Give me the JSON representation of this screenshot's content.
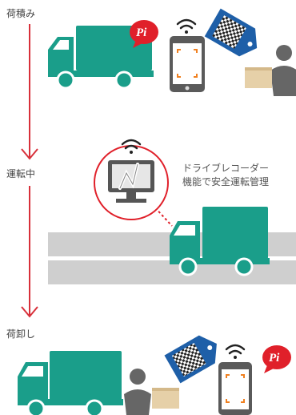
{
  "stages": {
    "loading": "荷積み",
    "driving": "運転中",
    "unloading": "荷卸し"
  },
  "recorder": {
    "line1": "ドライブレコーダー",
    "line2": "機能で安全運転管理"
  },
  "badge": {
    "text": "Pi"
  },
  "colors": {
    "teal": "#1a9e8a",
    "red": "#e0202a",
    "arrow": "#d8303a",
    "road": "#cfcfcf",
    "person": "#666666"
  },
  "icons": [
    "truck-icon",
    "wifi-icon",
    "smartphone-icon",
    "qr-tag-icon",
    "person-box-icon",
    "monitor-icon",
    "pi-badge-icon"
  ]
}
